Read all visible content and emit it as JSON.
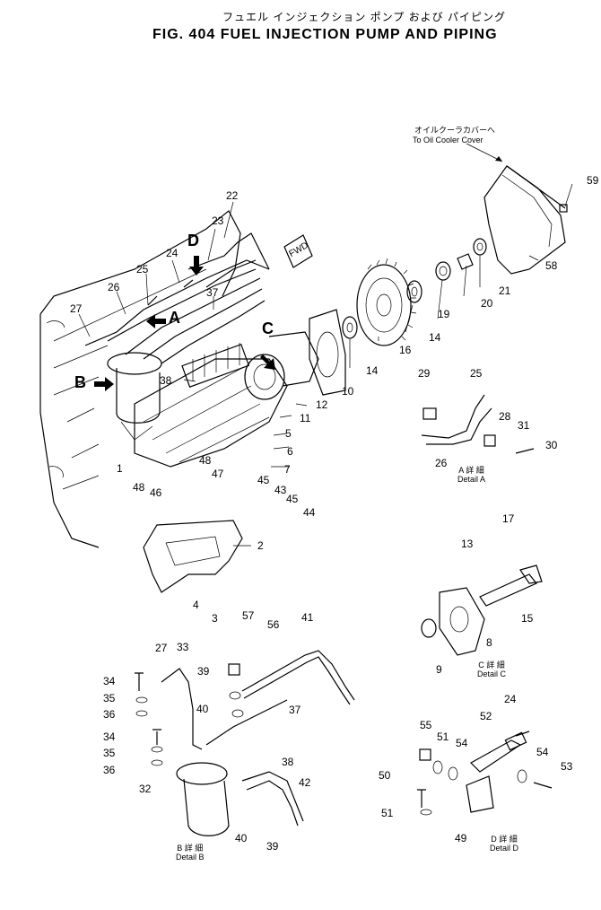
{
  "title": {
    "jp": "フュエル インジェクション ポンプ および パイピング",
    "en": "FIG. 404   FUEL INJECTION PUMP AND PIPING"
  },
  "note_oil_cooler": {
    "jp": "オイルクーラカバーへ",
    "en": "To Oil Cooler Cover"
  },
  "fwd_label": "FWD",
  "detail_labels": {
    "A": {
      "jp": "A 詳 細",
      "en": "Detail A"
    },
    "B": {
      "jp": "B 詳 細",
      "en": "Detail B"
    },
    "C": {
      "jp": "C 詳 細",
      "en": "Detail C"
    },
    "D": {
      "jp": "D 詳 細",
      "en": "Detail D"
    }
  },
  "view_arrows": [
    "A",
    "B",
    "C",
    "D"
  ],
  "part_numbers": [
    "22",
    "23",
    "24",
    "25",
    "26",
    "27",
    "37",
    "38",
    "12",
    "11",
    "5",
    "6",
    "7",
    "10",
    "14",
    "16",
    "14",
    "19",
    "20",
    "21",
    "58",
    "59",
    "29",
    "25",
    "28",
    "31",
    "30",
    "26",
    "1",
    "48",
    "46",
    "48",
    "47",
    "45",
    "43",
    "45",
    "44",
    "2",
    "4",
    "3",
    "57",
    "56",
    "17",
    "13",
    "15",
    "8",
    "9",
    "41",
    "27",
    "33",
    "34",
    "35",
    "36",
    "39",
    "40",
    "37",
    "34",
    "35",
    "36",
    "32",
    "40",
    "39",
    "38",
    "42",
    "24",
    "55",
    "51",
    "54",
    "52",
    "54",
    "50",
    "53",
    "51",
    "49"
  ]
}
